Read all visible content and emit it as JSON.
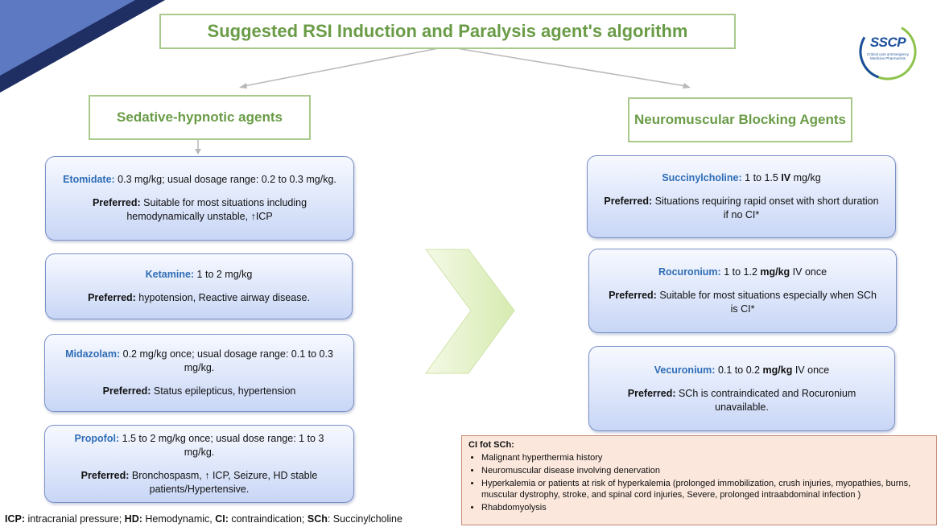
{
  "title": "Suggested RSI Induction and Paralysis agent's algorithm",
  "logo": {
    "text": "SSCP",
    "subtitle": "Critical care & Emergency Medicine Pharmacists"
  },
  "categories": {
    "left": "Sedative-hypnotic agents",
    "right": "Neuromuscular Blocking Agents"
  },
  "sedatives": [
    {
      "name": "Etomidate:",
      "dose": " 0.3 mg/kg; usual dosage range: 0.2 to 0.3 mg/kg.",
      "pref_label": "Preferred:",
      "pref": " Suitable for most situations including hemodynamically unstable, ↑ICP"
    },
    {
      "name": "Ketamine:",
      "dose": " 1 to 2 mg/kg",
      "pref_label": "Preferred:",
      "pref": " hypotension, Reactive airway disease."
    },
    {
      "name": "Midazolam:",
      "dose": " 0.2 mg/kg once; usual dosage range: 0.1 to 0.3 mg/kg.",
      "pref_label": "Preferred:",
      "pref": "  Status epilepticus, hypertension"
    },
    {
      "name": "Propofol:",
      "dose": " 1.5 to 2 mg/kg once; usual dose range: 1 to 3 mg/kg.",
      "pref_label": "Preferred:",
      "pref": " Bronchospasm, ↑ ICP, Seizure, HD stable patients/Hypertensive."
    }
  ],
  "nmbas": [
    {
      "name": "Succinylcholine:",
      "dose_a": " 1 to 1.5 ",
      "dose_bold": "IV",
      "dose_b": " mg/kg",
      "pref_label": "Preferred:",
      "pref": " Situations requiring rapid onset with short duration if no CI*"
    },
    {
      "name": "Rocuronium:",
      "dose_a": " 1 to 1.2 ",
      "dose_bold": "mg/kg",
      "dose_b": " IV once",
      "pref_label": "Preferred:",
      "pref": " Suitable for most situations especially  when SCh is CI*"
    },
    {
      "name": "Vecuronium:",
      "dose_a": " 0.1 to 0.2 ",
      "dose_bold": "mg/kg",
      "dose_b": " IV once",
      "pref_label": "Preferred:",
      "pref": "  SCh is contraindicated and Rocuronium unavailable."
    }
  ],
  "ci": {
    "title": "CI fot SCh:",
    "items": [
      "Malignant hyperthermia history",
      "Neuromuscular disease involving denervation",
      "Hyperkalemia or patients at risk of hyperkalemia (prolonged immobilization, crush injuries, myopathies, burns, muscular dystrophy, stroke, and spinal cord injuries, Severe, prolonged intraabdominal infection )",
      "Rhabdomyolysis"
    ]
  },
  "footer": {
    "icp_abbr": "ICP:",
    "icp": " intracranial pressure; ",
    "hd_abbr": "HD:",
    "hd": " Hemodynamic, ",
    "ci_abbr": "CI:",
    "ci": " contraindication; ",
    "sch_abbr": "SCh",
    "sch": ": Succinylcholine"
  },
  "colors": {
    "accent_green": "#6a9c47",
    "box_border_green": "#a9c98c",
    "drug_blue": "#2f6db5",
    "corner_navy": "#1f2f63",
    "ci_fill": "#fbe7dc"
  }
}
